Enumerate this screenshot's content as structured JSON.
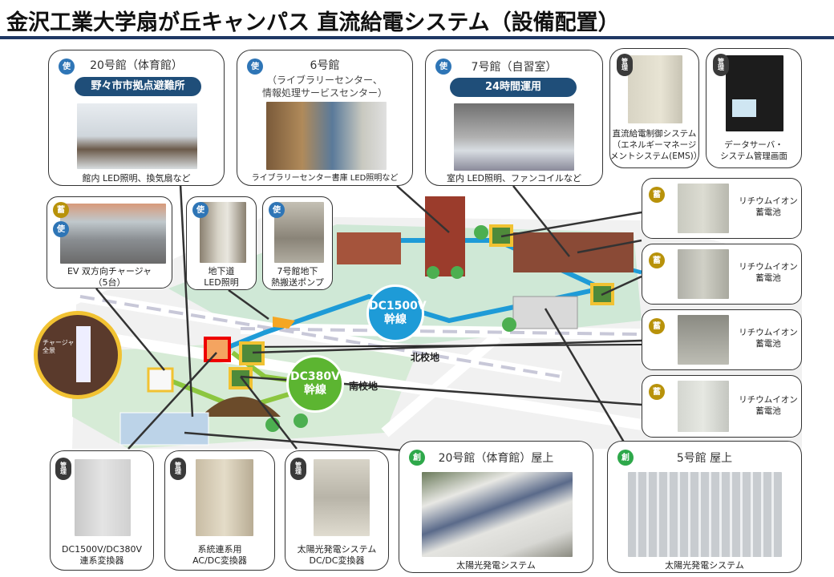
{
  "title": "金沢工業大学扇が丘キャンパス 直流給電システム（設備配置）",
  "badges": {
    "use": "使",
    "storage": "蓄",
    "manage_1": "管",
    "manage_2": "理",
    "generate": "創"
  },
  "colors": {
    "title_rule": "#1f3864",
    "use": "#2e75b6",
    "storage": "#b8920a",
    "manage": "#3a3a3a",
    "generate": "#2ea84a",
    "dc1500": "#1e9bd7",
    "dc380": "#5cb531"
  },
  "cards": {
    "b20": {
      "title": "20号館（体育館）",
      "pill": "野々市市拠点避難所",
      "caption": "館内 LED照明、換気扇など"
    },
    "b6": {
      "title": "6号館",
      "sub1": "（ライブラリーセンター、",
      "sub2": "情報処理サービスセンター）",
      "caption": "ライブラリーセンター書庫 LED照明など"
    },
    "b7": {
      "title": "7号館（自習室）",
      "pill": "24時間運用",
      "caption": "室内 LED照明、ファンコイルなど"
    },
    "ems": {
      "line1": "直流給電制御システム",
      "line2": "（エネルギーマネージ",
      "line3": "メントシステム(EMS)）"
    },
    "server": {
      "line1": "データサーバ・",
      "line2": "システム管理画面"
    },
    "battery": {
      "line1": "リチウムイオン",
      "line2": "蓄電池"
    },
    "ev": {
      "line1": "EV 双方向チャージャ",
      "line2": "（5台）",
      "bubble": "チャージャ全景"
    },
    "tunnel": {
      "line1": "地下道",
      "line2": "LED照明"
    },
    "pump": {
      "line1": "7号館地下",
      "line2": "熱搬送ポンプ"
    },
    "conv1": {
      "line1": "DC1500V/DC380V",
      "line2": "連系変換器"
    },
    "conv2": {
      "line1": "系統連系用",
      "line2": "AC/DC変換器"
    },
    "conv3": {
      "line1": "太陽光発電システム",
      "line2": "DC/DC変換器"
    },
    "roof20": {
      "title": "20号館（体育館）屋上",
      "caption": "太陽光発電システム"
    },
    "roof5": {
      "title": "5号館 屋上",
      "caption": "太陽光発電システム"
    }
  },
  "map": {
    "dc1500": {
      "line1": "DC1500V",
      "line2": "幹線"
    },
    "dc380": {
      "line1": "DC380V",
      "line2": "幹線"
    },
    "north": "北校地",
    "south": "南校地"
  }
}
